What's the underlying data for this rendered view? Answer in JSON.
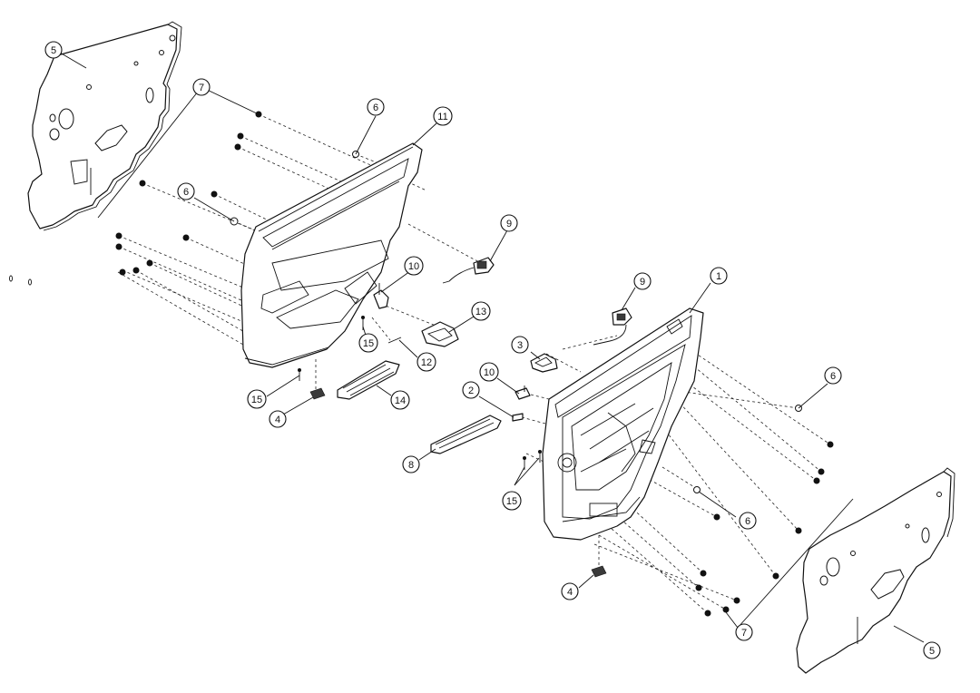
{
  "diagram": {
    "callouts": [
      {
        "id": "c5a",
        "label": "5"
      },
      {
        "id": "c7a",
        "label": "7"
      },
      {
        "id": "c6a",
        "label": "6"
      },
      {
        "id": "c11",
        "label": "11"
      },
      {
        "id": "c6b",
        "label": "6"
      },
      {
        "id": "c9a",
        "label": "9"
      },
      {
        "id": "c10a",
        "label": "10"
      },
      {
        "id": "c13",
        "label": "13"
      },
      {
        "id": "c15a",
        "label": "15"
      },
      {
        "id": "c12",
        "label": "12"
      },
      {
        "id": "c15b",
        "label": "15"
      },
      {
        "id": "c14",
        "label": "14"
      },
      {
        "id": "c4a",
        "label": "4"
      },
      {
        "id": "c1",
        "label": "1"
      },
      {
        "id": "c9b",
        "label": "9"
      },
      {
        "id": "c3",
        "label": "3"
      },
      {
        "id": "c10b",
        "label": "10"
      },
      {
        "id": "c2",
        "label": "2"
      },
      {
        "id": "c8",
        "label": "8"
      },
      {
        "id": "c15c",
        "label": "15"
      },
      {
        "id": "c6c",
        "label": "6"
      },
      {
        "id": "c6d",
        "label": "6"
      },
      {
        "id": "c4b",
        "label": "4"
      },
      {
        "id": "c7b",
        "label": "7"
      },
      {
        "id": "c5b",
        "label": "5"
      }
    ]
  }
}
